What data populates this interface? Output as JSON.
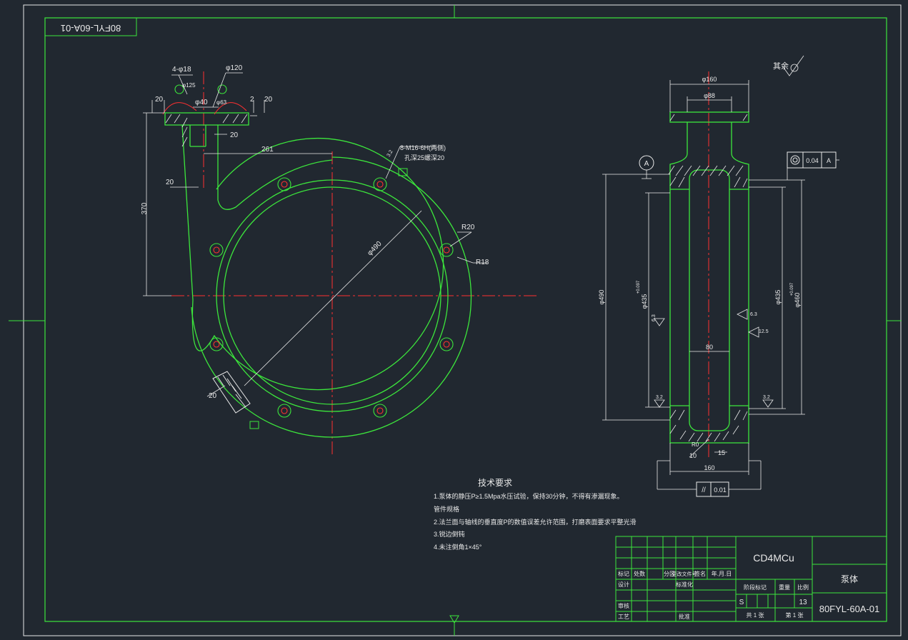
{
  "drawing": {
    "code_stamp": "80FYL-60A-01",
    "roughness_note": "其余",
    "material": "CD4MCu",
    "part_name": "泵体",
    "part_code": "80FYL-60A-01",
    "scale_value": "13",
    "s_mark": "S",
    "datum": "A"
  },
  "tech_requirements": {
    "title": "技术要求",
    "lines": [
      "1.泵体的静压P≥1.5Mpa水压试验，保持30分钟，不得有渗漏现象。",
      "管件规格",
      "2.法兰面与轴线的垂直度P的数值误差允许范围，打磨表面要求平整光滑",
      "3.锐边倒钝",
      "4.未注倒角1×45°"
    ]
  },
  "title_block": {
    "labels": {
      "mark": "标记",
      "count": "处数",
      "zone": "分区",
      "change_doc": "更改文件号",
      "sign": "签名",
      "date": "年.月.日",
      "design": "设计",
      "standard": "标准化",
      "review": "审核",
      "process": "工艺",
      "approve": "批准",
      "stage": "阶段标记",
      "weight": "重量",
      "scale": "比例",
      "total_sheets": "共 1 张",
      "sheet_no": "第 1 张"
    }
  },
  "front_view": {
    "dims": {
      "holes_4": "4-φ18",
      "p125": "φ125",
      "d120": "φ120",
      "d40": "φ40",
      "d63": "φ63",
      "w20_left": "20",
      "w2": "2",
      "w20_right": "20",
      "w20_under": "20",
      "d261": "261",
      "d20_side": "20",
      "d370": "370",
      "thread": "8-M16-6H(两侧)",
      "thread_depth": "孔深25螺深20",
      "d490": "φ490",
      "r20": "R20",
      "r18": "R18",
      "w20_bottom": "20",
      "chamfer": "3.2"
    }
  },
  "side_view": {
    "dims": {
      "d160": "φ160",
      "d88": "φ88",
      "d490": "φ490",
      "d435_left": "φ435",
      "d435_left_tol": "+0.097",
      "d435_right": "φ435",
      "d460": "φ460",
      "d460_tol": "+0.097",
      "w80": "80",
      "w160": "160",
      "w10": "10",
      "w15": "15",
      "r80": "R0",
      "r32_l": "3.2",
      "r32_r": "3.2",
      "r63_l": "6.3",
      "r63_r": "6.3",
      "r125": "12.5",
      "tol_value": "0.04",
      "tol_datum": "A",
      "par_value": "0.01",
      "par_symbol": "//"
    }
  }
}
